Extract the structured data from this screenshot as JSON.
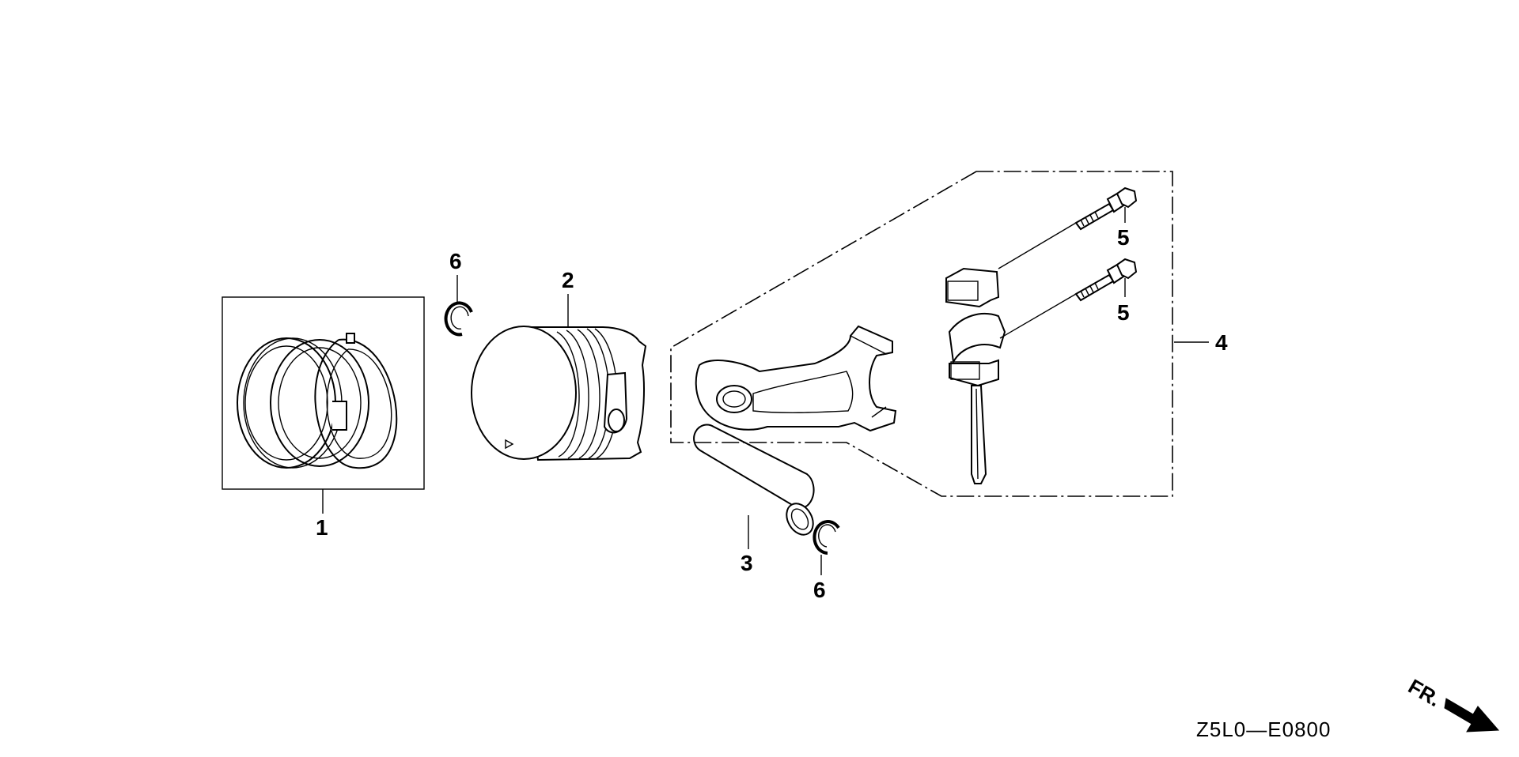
{
  "diagram": {
    "callouts": [
      "1",
      "2",
      "3",
      "4",
      "5",
      "5",
      "6",
      "6"
    ],
    "reference_code": "Z5L0—E0800",
    "direction_label": "FR."
  }
}
